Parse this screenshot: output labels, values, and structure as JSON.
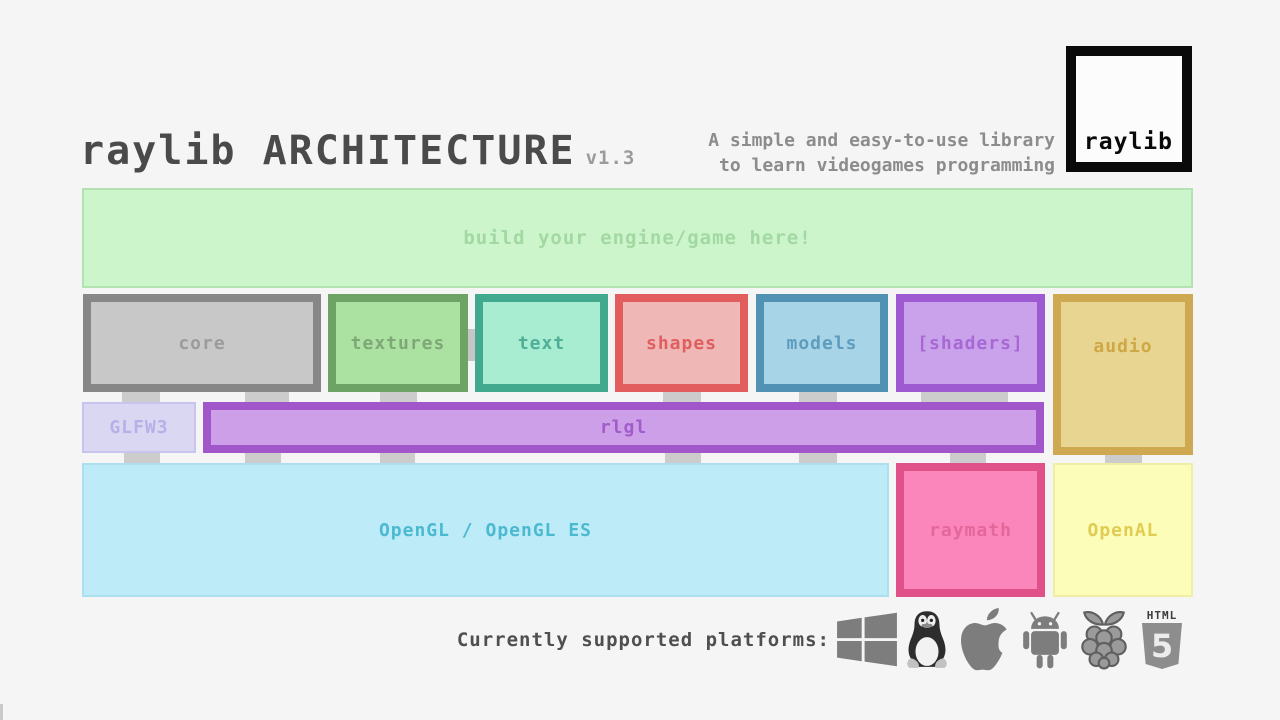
{
  "background": "#f5f5f5",
  "header": {
    "title": "raylib ARCHITECTURE",
    "version": "v1.3",
    "title_color": "#4a4a4a",
    "tagline": [
      "A simple and easy-to-use library",
      "to learn videogames programming"
    ],
    "tagline_color": "#8c8c8c",
    "logo_text": "raylib",
    "logo_border_color": "#0a0a0a"
  },
  "diagram": {
    "engine_box": {
      "label": "build your engine/game here!",
      "fill": "#cdf5cc",
      "border": "#b2e3b0",
      "text_color": "#a2d8a2"
    },
    "modules": [
      {
        "label": "core",
        "fill": "#c8c8c8",
        "border": "#878787",
        "text_color": "#9b9b9b"
      },
      {
        "label": "textures",
        "fill": "#abe2a2",
        "border": "#6da466",
        "text_color": "#7fa877"
      },
      {
        "label": "text",
        "fill": "#a8edd2",
        "border": "#42a88e",
        "text_color": "#4fae96"
      },
      {
        "label": "shapes",
        "fill": "#f0b7b7",
        "border": "#e25d5d",
        "text_color": "#df5f5f"
      },
      {
        "label": "models",
        "fill": "#a7d5e7",
        "border": "#5191b4",
        "text_color": "#5f9cbd"
      },
      {
        "label": "[shaders]",
        "fill": "#c9a2eb",
        "border": "#9e5ad0",
        "text_color": "#a768d4"
      },
      {
        "label": "audio",
        "fill": "#e8d591",
        "border": "#cfa952",
        "text_color": "#cfa845"
      }
    ],
    "glfw3": {
      "label": "GLFW3",
      "fill": "#dad7f3",
      "border": "#c8c4ed",
      "text_color": "#b6b0e6"
    },
    "rlgl": {
      "label": "rlgl",
      "fill": "#cc9fe8",
      "border": "#a156c9",
      "text_color": "#a25cca"
    },
    "opengl": {
      "label": "OpenGL / OpenGL ES",
      "fill": "#bdebf8",
      "border": "#ace0f0",
      "text_color": "#4bb9cf"
    },
    "raymath": {
      "label": "raymath",
      "fill": "#fa86bc",
      "border": "#e05089",
      "text_color": "#e4679a"
    },
    "openal": {
      "label": "OpenAL",
      "fill": "#fdfdba",
      "border": "#f0eda4",
      "text_color": "#e0cc52"
    },
    "connector_color": "#cccccc"
  },
  "platforms": {
    "label": "Currently supported platforms:",
    "icons": [
      "windows-icon",
      "linux-icon",
      "apple-icon",
      "android-icon",
      "raspberry-pi-icon",
      "html5-icon"
    ],
    "icon_color": "#7d7d7d",
    "html5_text": "HTML",
    "html5_number": "5"
  }
}
